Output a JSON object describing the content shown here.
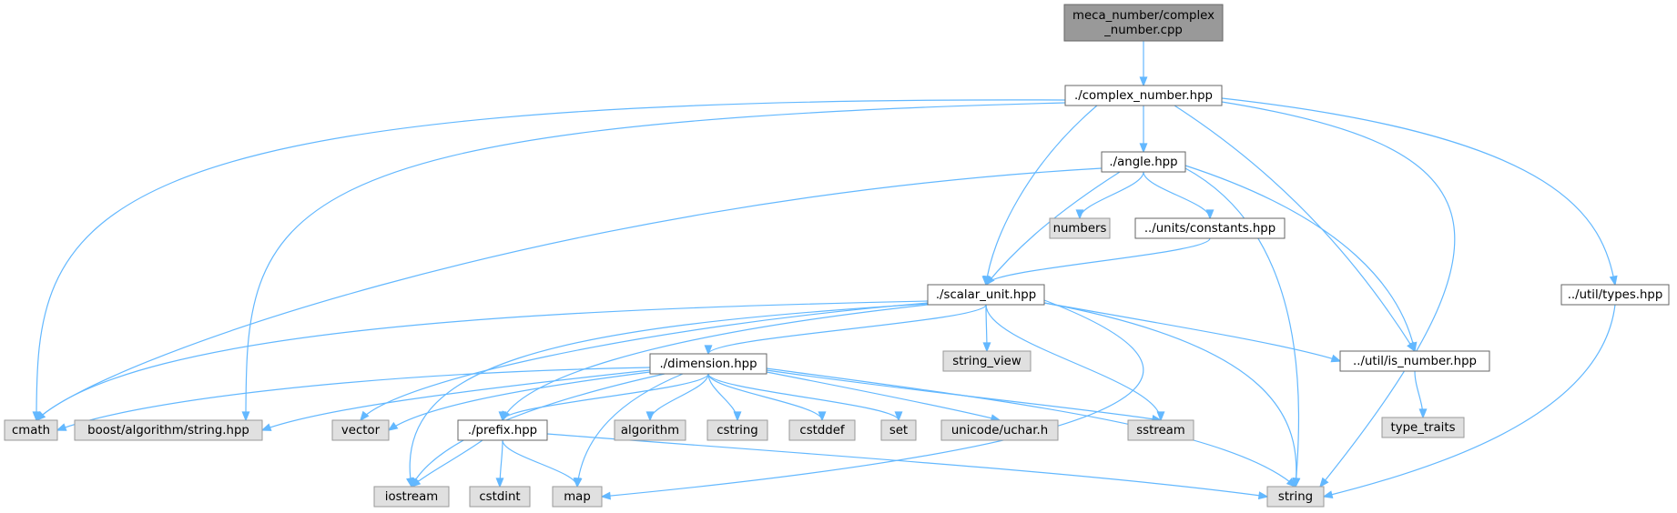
{
  "colors": {
    "root_fill": "#999999",
    "root_stroke": "#666666",
    "local_fill": "#ffffff",
    "local_stroke": "#666666",
    "system_fill": "#e0e0e0",
    "system_stroke": "#999999",
    "edge": "#63b8ff"
  },
  "graph": {
    "nodes": [
      {
        "id": "root",
        "kind": "root",
        "lines": [
          "meca_number/complex",
          "_number.cpp"
        ]
      },
      {
        "id": "complex_number_hpp",
        "kind": "local",
        "lines": [
          "./complex_number.hpp"
        ]
      },
      {
        "id": "angle_hpp",
        "kind": "local",
        "lines": [
          "./angle.hpp"
        ]
      },
      {
        "id": "numbers",
        "kind": "system",
        "lines": [
          "numbers"
        ]
      },
      {
        "id": "units_constants_hpp",
        "kind": "local",
        "lines": [
          "../units/constants.hpp"
        ]
      },
      {
        "id": "scalar_unit_hpp",
        "kind": "local",
        "lines": [
          "./scalar_unit.hpp"
        ]
      },
      {
        "id": "util_types_hpp",
        "kind": "local",
        "lines": [
          "../util/types.hpp"
        ]
      },
      {
        "id": "string_view",
        "kind": "system",
        "lines": [
          "string_view"
        ]
      },
      {
        "id": "util_is_number_hpp",
        "kind": "local",
        "lines": [
          "../util/is_number.hpp"
        ]
      },
      {
        "id": "dimension_hpp",
        "kind": "local",
        "lines": [
          "./dimension.hpp"
        ]
      },
      {
        "id": "type_traits",
        "kind": "system",
        "lines": [
          "type_traits"
        ]
      },
      {
        "id": "cmath",
        "kind": "system",
        "lines": [
          "cmath"
        ]
      },
      {
        "id": "boost_algorithm_string_hpp",
        "kind": "system",
        "lines": [
          "boost/algorithm/string.hpp"
        ]
      },
      {
        "id": "vector",
        "kind": "system",
        "lines": [
          "vector"
        ]
      },
      {
        "id": "prefix_hpp",
        "kind": "local",
        "lines": [
          "./prefix.hpp"
        ]
      },
      {
        "id": "algorithm",
        "kind": "system",
        "lines": [
          "algorithm"
        ]
      },
      {
        "id": "cstring",
        "kind": "system",
        "lines": [
          "cstring"
        ]
      },
      {
        "id": "cstddef",
        "kind": "system",
        "lines": [
          "cstddef"
        ]
      },
      {
        "id": "set",
        "kind": "system",
        "lines": [
          "set"
        ]
      },
      {
        "id": "unicode_uchar_h",
        "kind": "system",
        "lines": [
          "unicode/uchar.h"
        ]
      },
      {
        "id": "sstream",
        "kind": "system",
        "lines": [
          "sstream"
        ]
      },
      {
        "id": "iostream",
        "kind": "system",
        "lines": [
          "iostream"
        ]
      },
      {
        "id": "cstdint",
        "kind": "system",
        "lines": [
          "cstdint"
        ]
      },
      {
        "id": "map",
        "kind": "system",
        "lines": [
          "map"
        ]
      },
      {
        "id": "string",
        "kind": "system",
        "lines": [
          "string"
        ]
      }
    ],
    "edges": [
      {
        "from": "root",
        "to": "complex_number_hpp"
      },
      {
        "from": "complex_number_hpp",
        "to": "angle_hpp"
      },
      {
        "from": "complex_number_hpp",
        "to": "scalar_unit_hpp"
      },
      {
        "from": "complex_number_hpp",
        "to": "util_types_hpp"
      },
      {
        "from": "complex_number_hpp",
        "to": "util_is_number_hpp"
      },
      {
        "from": "complex_number_hpp",
        "to": "cmath"
      },
      {
        "from": "complex_number_hpp",
        "to": "boost_algorithm_string_hpp"
      },
      {
        "from": "complex_number_hpp",
        "to": "string"
      },
      {
        "from": "angle_hpp",
        "to": "numbers"
      },
      {
        "from": "angle_hpp",
        "to": "units_constants_hpp"
      },
      {
        "from": "angle_hpp",
        "to": "scalar_unit_hpp"
      },
      {
        "from": "angle_hpp",
        "to": "util_is_number_hpp"
      },
      {
        "from": "angle_hpp",
        "to": "cmath"
      },
      {
        "from": "angle_hpp",
        "to": "string"
      },
      {
        "from": "units_constants_hpp",
        "to": "scalar_unit_hpp"
      },
      {
        "from": "scalar_unit_hpp",
        "to": "string_view"
      },
      {
        "from": "scalar_unit_hpp",
        "to": "dimension_hpp"
      },
      {
        "from": "scalar_unit_hpp",
        "to": "util_is_number_hpp"
      },
      {
        "from": "scalar_unit_hpp",
        "to": "cmath"
      },
      {
        "from": "scalar_unit_hpp",
        "to": "vector"
      },
      {
        "from": "scalar_unit_hpp",
        "to": "prefix_hpp"
      },
      {
        "from": "scalar_unit_hpp",
        "to": "iostream"
      },
      {
        "from": "scalar_unit_hpp",
        "to": "sstream"
      },
      {
        "from": "scalar_unit_hpp",
        "to": "map"
      },
      {
        "from": "scalar_unit_hpp",
        "to": "string"
      },
      {
        "from": "util_types_hpp",
        "to": "string"
      },
      {
        "from": "util_is_number_hpp",
        "to": "type_traits"
      },
      {
        "from": "dimension_hpp",
        "to": "cmath"
      },
      {
        "from": "dimension_hpp",
        "to": "boost_algorithm_string_hpp"
      },
      {
        "from": "dimension_hpp",
        "to": "vector"
      },
      {
        "from": "dimension_hpp",
        "to": "prefix_hpp"
      },
      {
        "from": "dimension_hpp",
        "to": "iostream"
      },
      {
        "from": "dimension_hpp",
        "to": "map"
      },
      {
        "from": "dimension_hpp",
        "to": "algorithm"
      },
      {
        "from": "dimension_hpp",
        "to": "cstring"
      },
      {
        "from": "dimension_hpp",
        "to": "cstddef"
      },
      {
        "from": "dimension_hpp",
        "to": "set"
      },
      {
        "from": "dimension_hpp",
        "to": "unicode_uchar_h"
      },
      {
        "from": "dimension_hpp",
        "to": "sstream"
      },
      {
        "from": "dimension_hpp",
        "to": "string"
      },
      {
        "from": "prefix_hpp",
        "to": "iostream"
      },
      {
        "from": "prefix_hpp",
        "to": "cstdint"
      },
      {
        "from": "prefix_hpp",
        "to": "map"
      },
      {
        "from": "prefix_hpp",
        "to": "string"
      }
    ]
  }
}
